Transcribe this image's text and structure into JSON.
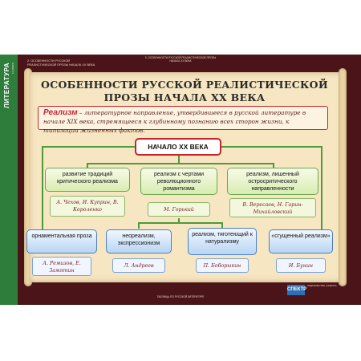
{
  "sidebar": {
    "subject": "ЛИТЕРАТУРА",
    "grade": "11 КЛАСС"
  },
  "header": {
    "caption": "2. ОСОБЕННОСТИ РУССКОЙ РЕАЛИСТИЧЕСКОЙ ПРОЗЫ НАЧАЛА XX ВЕКА",
    "top_center": "3. ОСОБЕННОСТИ РУССКОЙ РЕАЛИСТИЧЕСКОЙ ПРОЗЫ НАЧАЛА XX ВЕКА"
  },
  "title": "ОСОБЕННОСТИ РУССКОЙ РЕАЛИСТИЧЕСКОЙ ПРОЗЫ НАЧАЛА XX ВЕКА",
  "definition": {
    "term": "Реализм",
    "text": " – литературное направление, утвердившееся в русской литературе в начале XIX века, стремящееся к глубинному познанию всех сторон жизни, к типизации жизненных фактов."
  },
  "root": "НАЧАЛО XX ВЕКА",
  "branches": [
    {
      "label": "развитие традиций критического реализма",
      "authors": "А. Чехов, И. Куприн, В. Короленко"
    },
    {
      "label": "реализм с чертами революционного романтизма",
      "authors": "М. Горький"
    },
    {
      "label": "реализм, лишенный остросритического направленности",
      "authors": "В. Вересаев, Н. Гарин-Михайловский"
    }
  ],
  "sub_branches": [
    {
      "label": "орнаментальная проза",
      "authors": "А. Ремизов, Е. Замятин"
    },
    {
      "label": "неореализм, экспрессионизм",
      "authors": "Л. Андреев"
    },
    {
      "label": "реализм, тяготеющий к натурализму",
      "authors": "П. Боборыкин"
    },
    {
      "label": "«сгущенный реализм»",
      "authors": "И. Бунин"
    }
  ],
  "footer": {
    "center": "ТАБЛИЦЫ ПО РУССКОЙ ЛИТЕРАТУРЕ",
    "logo": "СПЕКТР",
    "publisher": "ИЗДАТЕЛЬСТВО «СПЕКТР»"
  }
}
